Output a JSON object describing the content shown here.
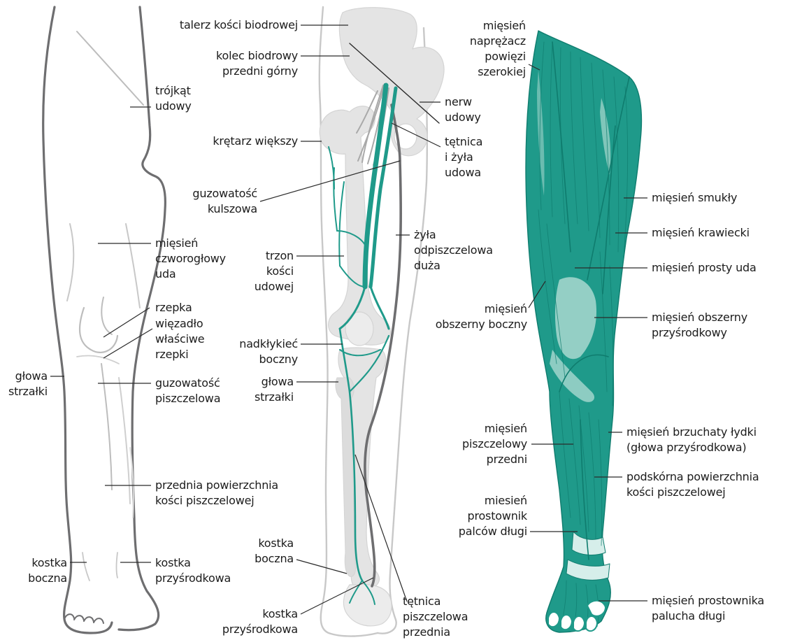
{
  "colors": {
    "teal": "#1f9a8a",
    "teal_light": "#a9d8cf",
    "teal_dark": "#0f7c6e",
    "bone": "#e4e4e4",
    "outline_dark": "#6e6e70",
    "outline_light": "#bdbdbd",
    "leader": "#2a2a2a"
  },
  "labels": {
    "trojkat_udowy": "trójkąt\nudowy",
    "miesien_czworoglowy": "mięsień\nczworogłowy\nuda",
    "rzepka": "rzepka",
    "wiezadlo_rzepki": "więzadło\nwłaściwe\nrzepki",
    "glowa_strzalki_left": "głowa\nstrzałki",
    "guzowatosc_piszczelowa": "guzowatość\npiszczelowa",
    "przednia_powierzchnia": "przednia powierzchnia\nkości piszczelowej",
    "kostka_boczna_left": "kostka\nboczna",
    "kostka_przysrodkowa_left": "kostka\nprzyśrodkowa",
    "talerz_kosci": "talerz kości biodrowej",
    "kolec_biodrowy": "kolec biodrowy\nprzedni górny",
    "kretarz": "krętarz większy",
    "guzowatosc_kulszowa": "guzowatość\nkulszowa",
    "trzon_kosci": "trzon\nkości\nudowej",
    "nadklykiec": "nadkłykieć\nboczny",
    "glowa_strzalki_mid": "głowa\nstrzałki",
    "kostka_boczna_mid": "kostka\nboczna",
    "kostka_przysrodkowa_mid": "kostka\nprzyśrodkowa",
    "nerw_udowy": "nerw\nudowy",
    "tetnica_zyla": "tętnica\ni żyła\nudowa",
    "zyla_odpiszczelowa": "żyła\nodpiszczelowa\nduża",
    "tetnica_piszczelowa": "tętnica\npiszczelowa\nprzednia",
    "napr_powiezi": "mięsień\nnaprężacz\npowięzi\nszerokiej",
    "smukly": "mięsień smukły",
    "krawiecki": "mięsień krawiecki",
    "prosty_uda": "mięsień prosty uda",
    "obszerny_boczny": "mięsień\nobszerny boczny",
    "obszerny_przysr": "mięsień obszerny\nprzyśrodkowy",
    "piszczelowy_przedni": "mięsień\npiszczelowy\nprzedni",
    "brzuchaty": "mięsień brzuchaty łydki\n(głowa przyśrodkowa)",
    "podskorna": "podskórna powierzchnia\nkości piszczelowej",
    "prostownik_palcow": "miesień\nprostownik\npalców długi",
    "prostownik_palucha": "mięsień prostownika\npalucha długi"
  }
}
